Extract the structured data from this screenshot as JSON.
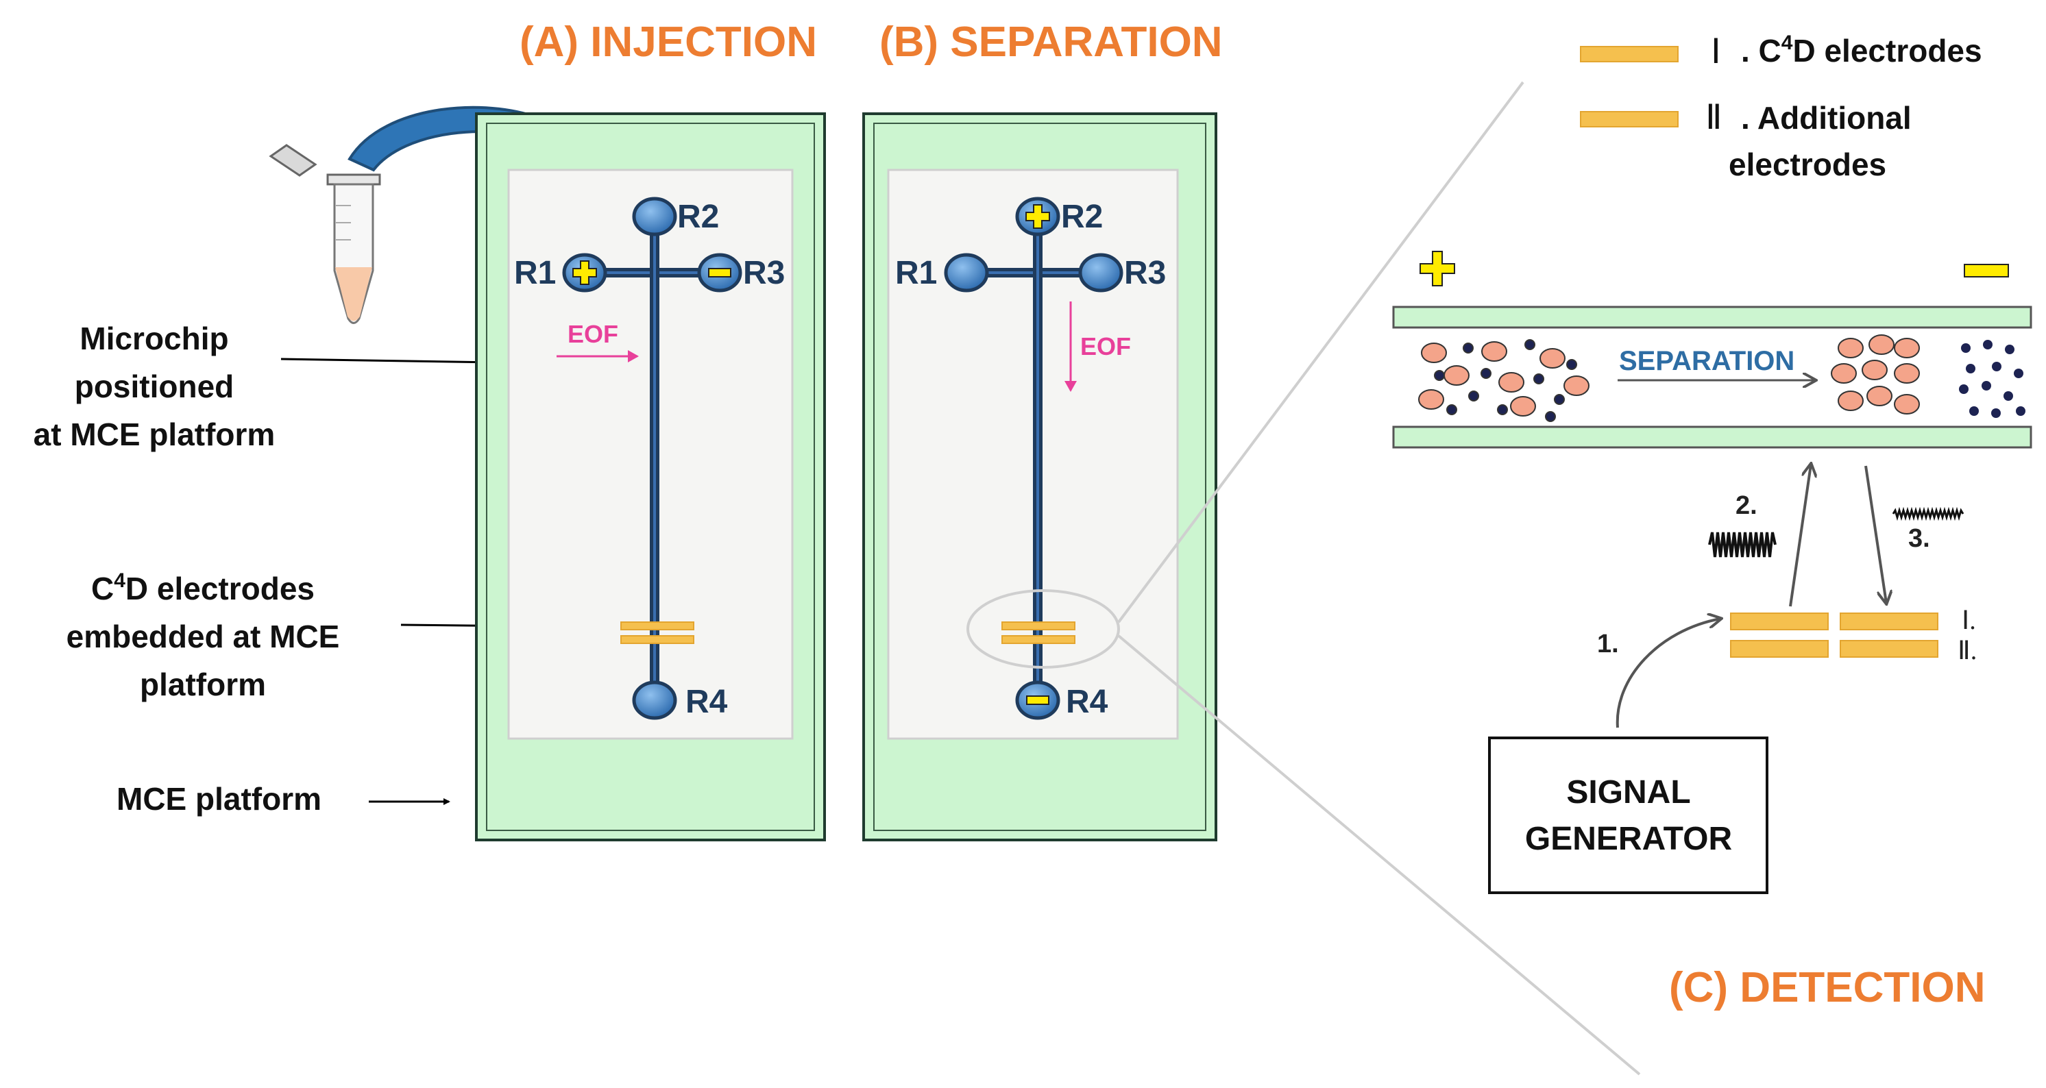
{
  "titles": {
    "injection": "(A) INJECTION",
    "separation": "(B) SEPARATION",
    "detection": "(C) DETECTION"
  },
  "left_labels": {
    "microchip": [
      "Microchip",
      "positioned",
      "at MCE platform"
    ],
    "electrodes": [
      "C",
      "4",
      "D electrodes",
      "embedded at MCE",
      "platform"
    ],
    "platform": "MCE platform"
  },
  "reservoirs": {
    "r1": "R1",
    "r2": "R2",
    "r3": "R3",
    "r4": "R4"
  },
  "eof": "EOF",
  "legend": {
    "item1_numeral": "Ⅰ",
    "item1_text_a": ". C",
    "item1_sup": "4",
    "item1_text_b": "D electrodes",
    "item2_numeral": "Ⅱ",
    "item2_text_line1": ". Additional",
    "item2_text_line2": "electrodes"
  },
  "detection": {
    "separation_label": "SEPARATION",
    "step1": "1.",
    "step2": "2.",
    "step3": "3.",
    "electrode_label_1": "Ⅰ.",
    "electrode_label_2": "Ⅱ.",
    "generator": [
      "SIGNAL",
      "GENERATOR"
    ]
  },
  "colors": {
    "title": "#ed7d31",
    "platform_fill": "#ccf5d0",
    "channel": "#1f3b5c",
    "reservoir": "#4a86c8",
    "electrode": "#f5c04e",
    "eof": "#e8409a",
    "analyte_large": "#f4a48a",
    "analyte_small": "#1d2352",
    "plus_minus": "#ffeb00"
  },
  "icons": [
    "sample-tube-icon",
    "curved-transfer-arrow-icon",
    "plus-sign-icon",
    "minus-sign-icon",
    "wave-signal-icon"
  ]
}
